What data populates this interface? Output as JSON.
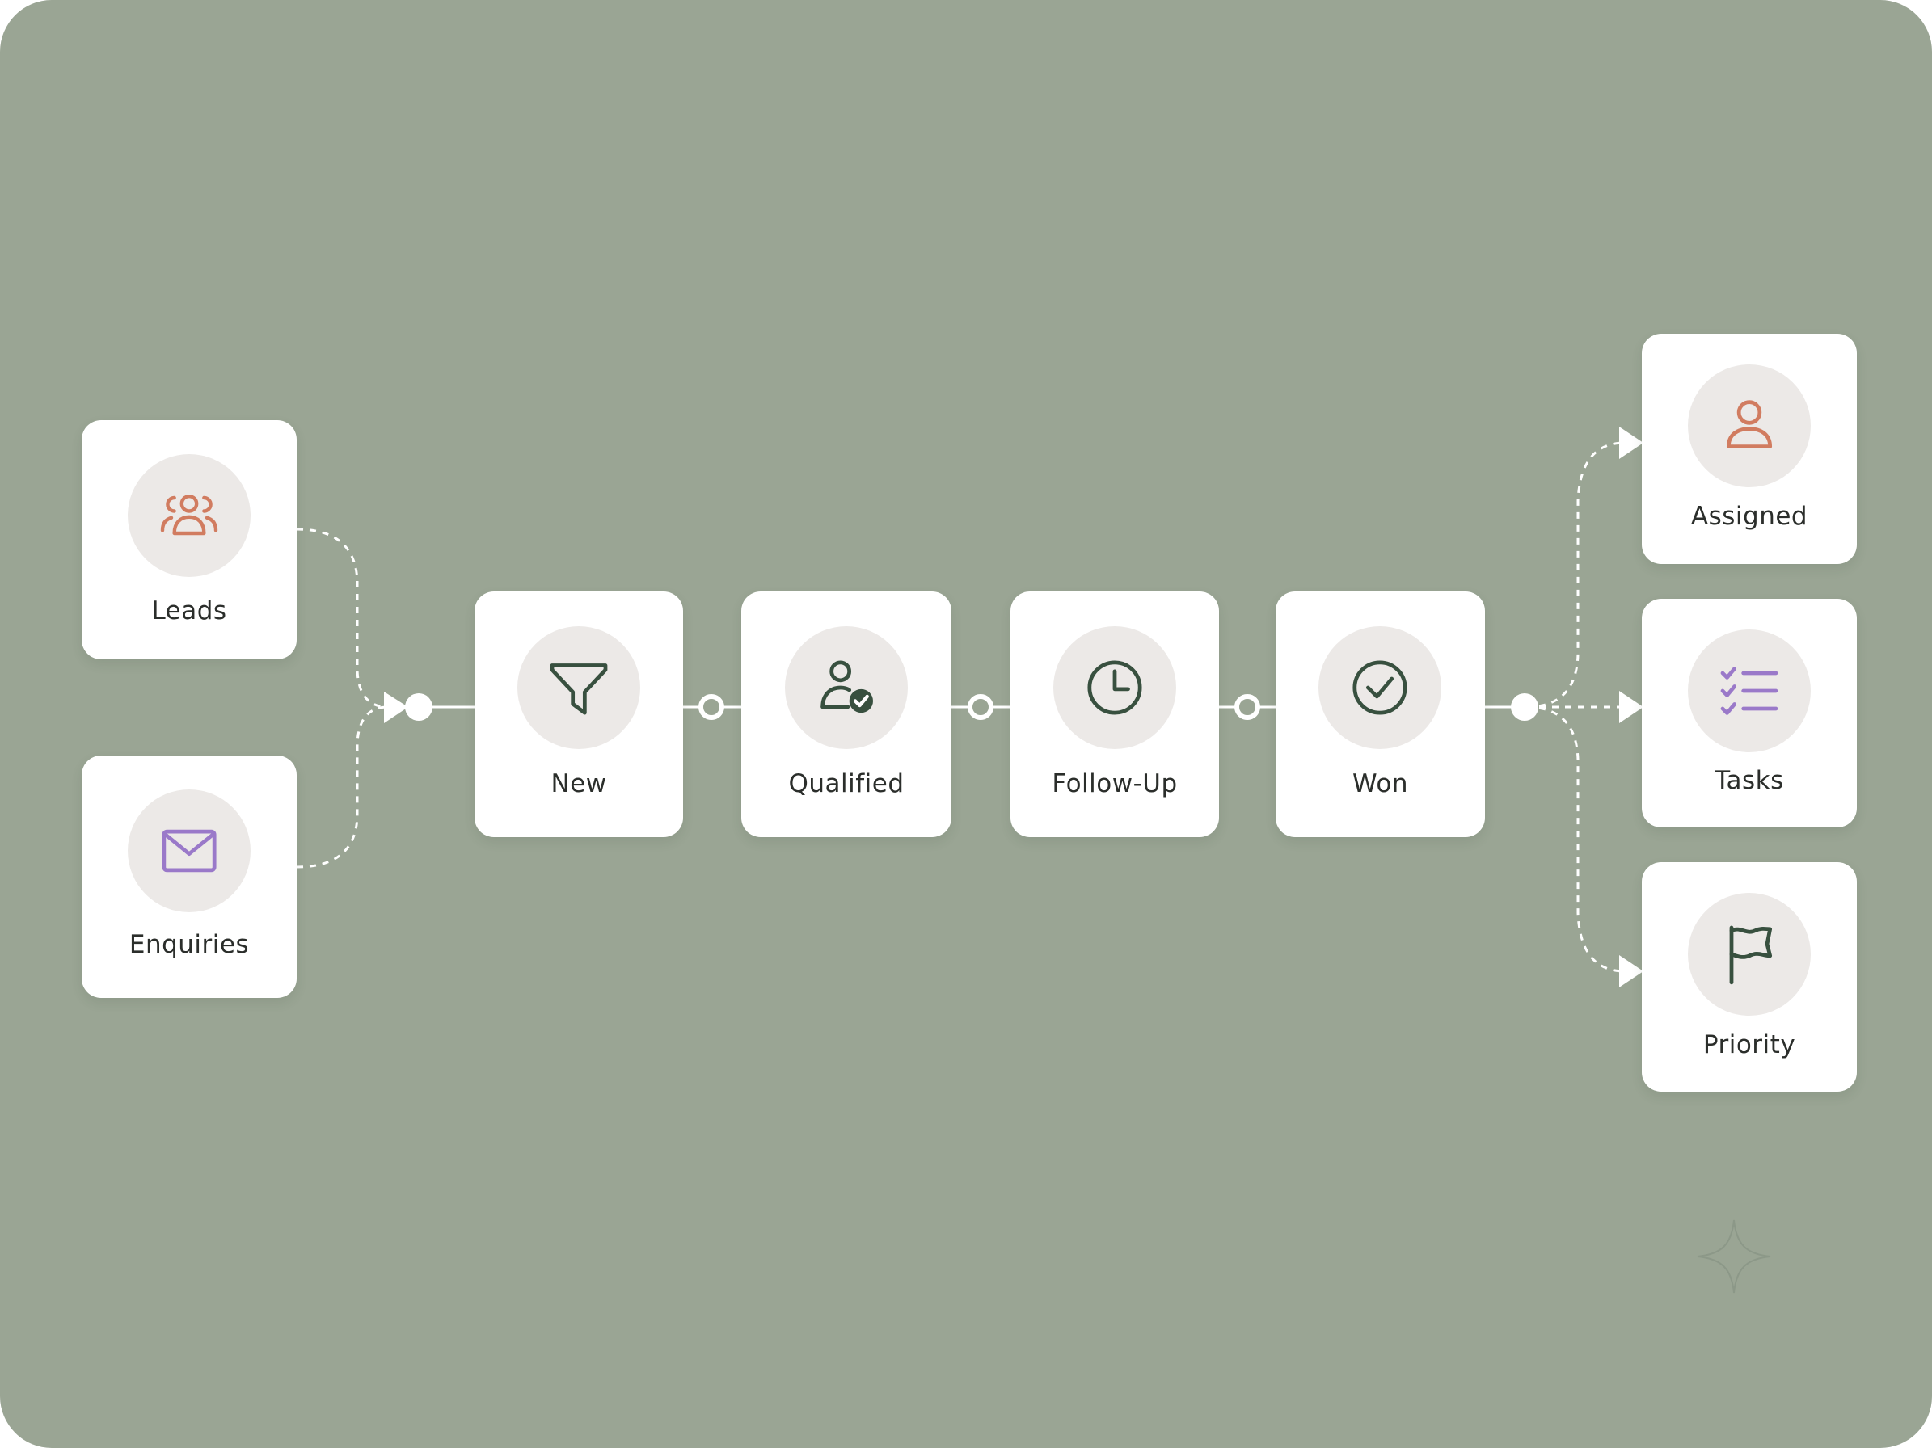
{
  "colors": {
    "background": "#9aa594",
    "card": "#ffffff",
    "icon_circle": "#ece9e7",
    "coral": "#d17c60",
    "purple": "#9a79c9",
    "dark_green": "#38503f",
    "connector": "#ffffff"
  },
  "sources": [
    {
      "label": "Leads",
      "icon": "users-group-icon"
    },
    {
      "label": "Enquiries",
      "icon": "envelope-icon"
    }
  ],
  "stages": [
    {
      "label": "New",
      "icon": "funnel-icon"
    },
    {
      "label": "Qualified",
      "icon": "user-check-icon"
    },
    {
      "label": "Follow-Up",
      "icon": "clock-icon"
    },
    {
      "label": "Won",
      "icon": "check-circle-icon"
    }
  ],
  "outcomes": [
    {
      "label": "Assigned",
      "icon": "user-icon"
    },
    {
      "label": "Tasks",
      "icon": "checklist-icon"
    },
    {
      "label": "Priority",
      "icon": "flag-icon"
    }
  ],
  "decoration": {
    "icon": "sparkle-icon"
  }
}
